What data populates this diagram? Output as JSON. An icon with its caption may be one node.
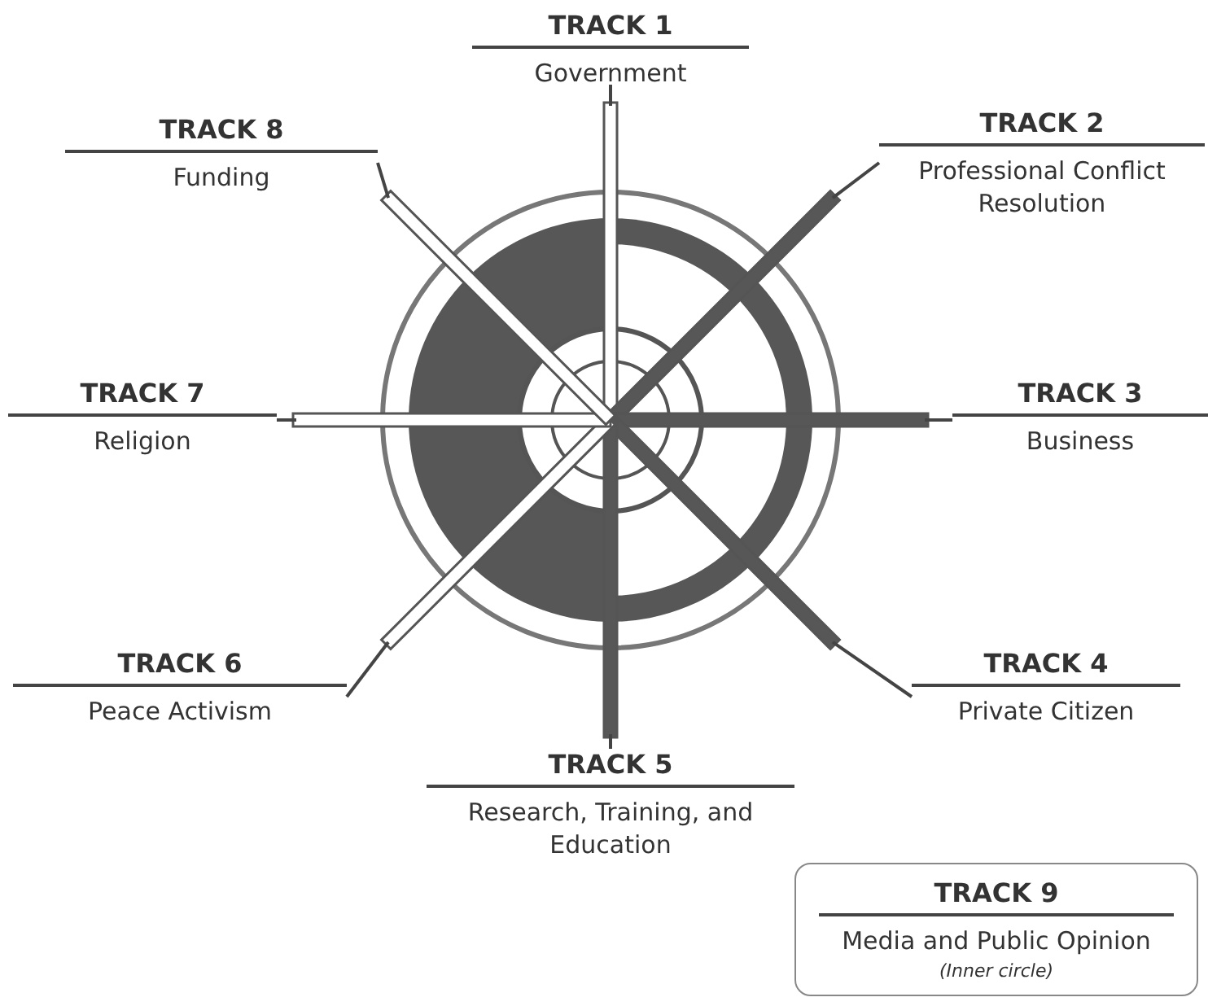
{
  "diagram": {
    "nodes": [
      {
        "text": [
          "TRACK 1",
          "Government"
        ]
      },
      {
        "text": [
          "TRACK 2",
          "Professional Conflict Resolution"
        ]
      },
      {
        "text": [
          "TRACK 3",
          "Business"
        ]
      },
      {
        "text": [
          "TRACK 4",
          "Private Citizen"
        ]
      },
      {
        "text": [
          "TRACK 5",
          "Research, Training, and Education"
        ]
      },
      {
        "text": [
          "TRACK 6",
          "Peace Activism"
        ]
      },
      {
        "text": [
          "TRACK 7",
          "Religion"
        ]
      },
      {
        "text": [
          "TRACK 8",
          "Funding"
        ]
      },
      {
        "text": [
          "TRACK 9",
          "Media and Public Opinion",
          "(Inner circle)"
        ]
      },
      {
        "text": [],
        "shape": "circle"
      }
    ],
    "edges": [
      {
        "from": 0,
        "to": 9,
        "arrow": "none"
      },
      {
        "from": 1,
        "to": 9,
        "arrow": "none"
      },
      {
        "from": 2,
        "to": 9,
        "arrow": "none"
      },
      {
        "from": 3,
        "to": 9,
        "arrow": "none"
      },
      {
        "from": 4,
        "to": 9,
        "arrow": "none"
      },
      {
        "from": 5,
        "to": 9,
        "arrow": "none"
      },
      {
        "from": 6,
        "to": 9,
        "arrow": "none"
      },
      {
        "from": 7,
        "to": 9,
        "arrow": "none"
      }
    ]
  }
}
